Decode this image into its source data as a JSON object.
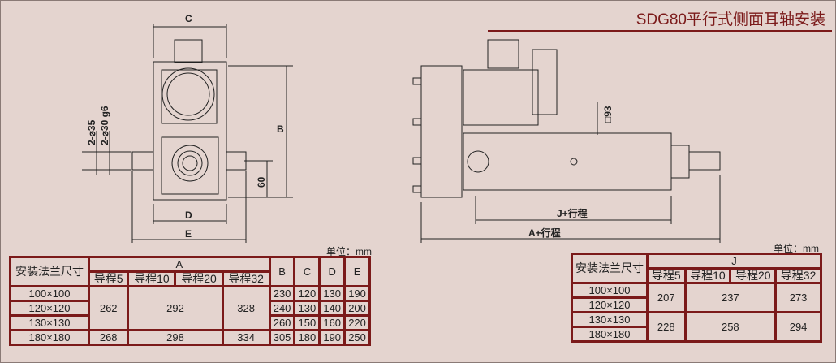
{
  "title": "SDG80平行式侧面耳轴安装",
  "drawing_labels": {
    "c": "C",
    "b": "B",
    "d": "D",
    "e": "E",
    "dia35": "2-⌀35",
    "dia30": "2-⌀30 g6",
    "h60": "60",
    "sq93": "□93",
    "j_stroke": "J+行程",
    "a_stroke": "A+行程"
  },
  "unit_label": "单位：mm",
  "table_a": {
    "row_header": "安装法兰尺寸",
    "group": "A",
    "leads": [
      "导程5",
      "导程10",
      "导程20",
      "导程32"
    ],
    "cols": [
      "B",
      "C",
      "D",
      "E"
    ],
    "sizes": [
      "100×100",
      "120×120",
      "130×130",
      "180×180"
    ],
    "a_vals_1": [
      "262",
      "292",
      "328"
    ],
    "a_vals_2": [
      "268",
      "298",
      "334"
    ],
    "rows": [
      [
        "230",
        "120",
        "130",
        "190"
      ],
      [
        "240",
        "130",
        "140",
        "200"
      ],
      [
        "260",
        "150",
        "160",
        "220"
      ],
      [
        "305",
        "180",
        "190",
        "250"
      ]
    ]
  },
  "table_j": {
    "row_header": "安装法兰尺寸",
    "group": "J",
    "leads": [
      "导程5",
      "导程10",
      "导程20",
      "导程32"
    ],
    "sizes": [
      "100×100",
      "120×120",
      "130×130",
      "180×180"
    ],
    "j_vals_1": [
      "207",
      "237",
      "273"
    ],
    "j_vals_2": [
      "228",
      "258",
      "294"
    ]
  },
  "colors": {
    "accent": "#7b1a1a",
    "background": "#e4d4cf"
  }
}
